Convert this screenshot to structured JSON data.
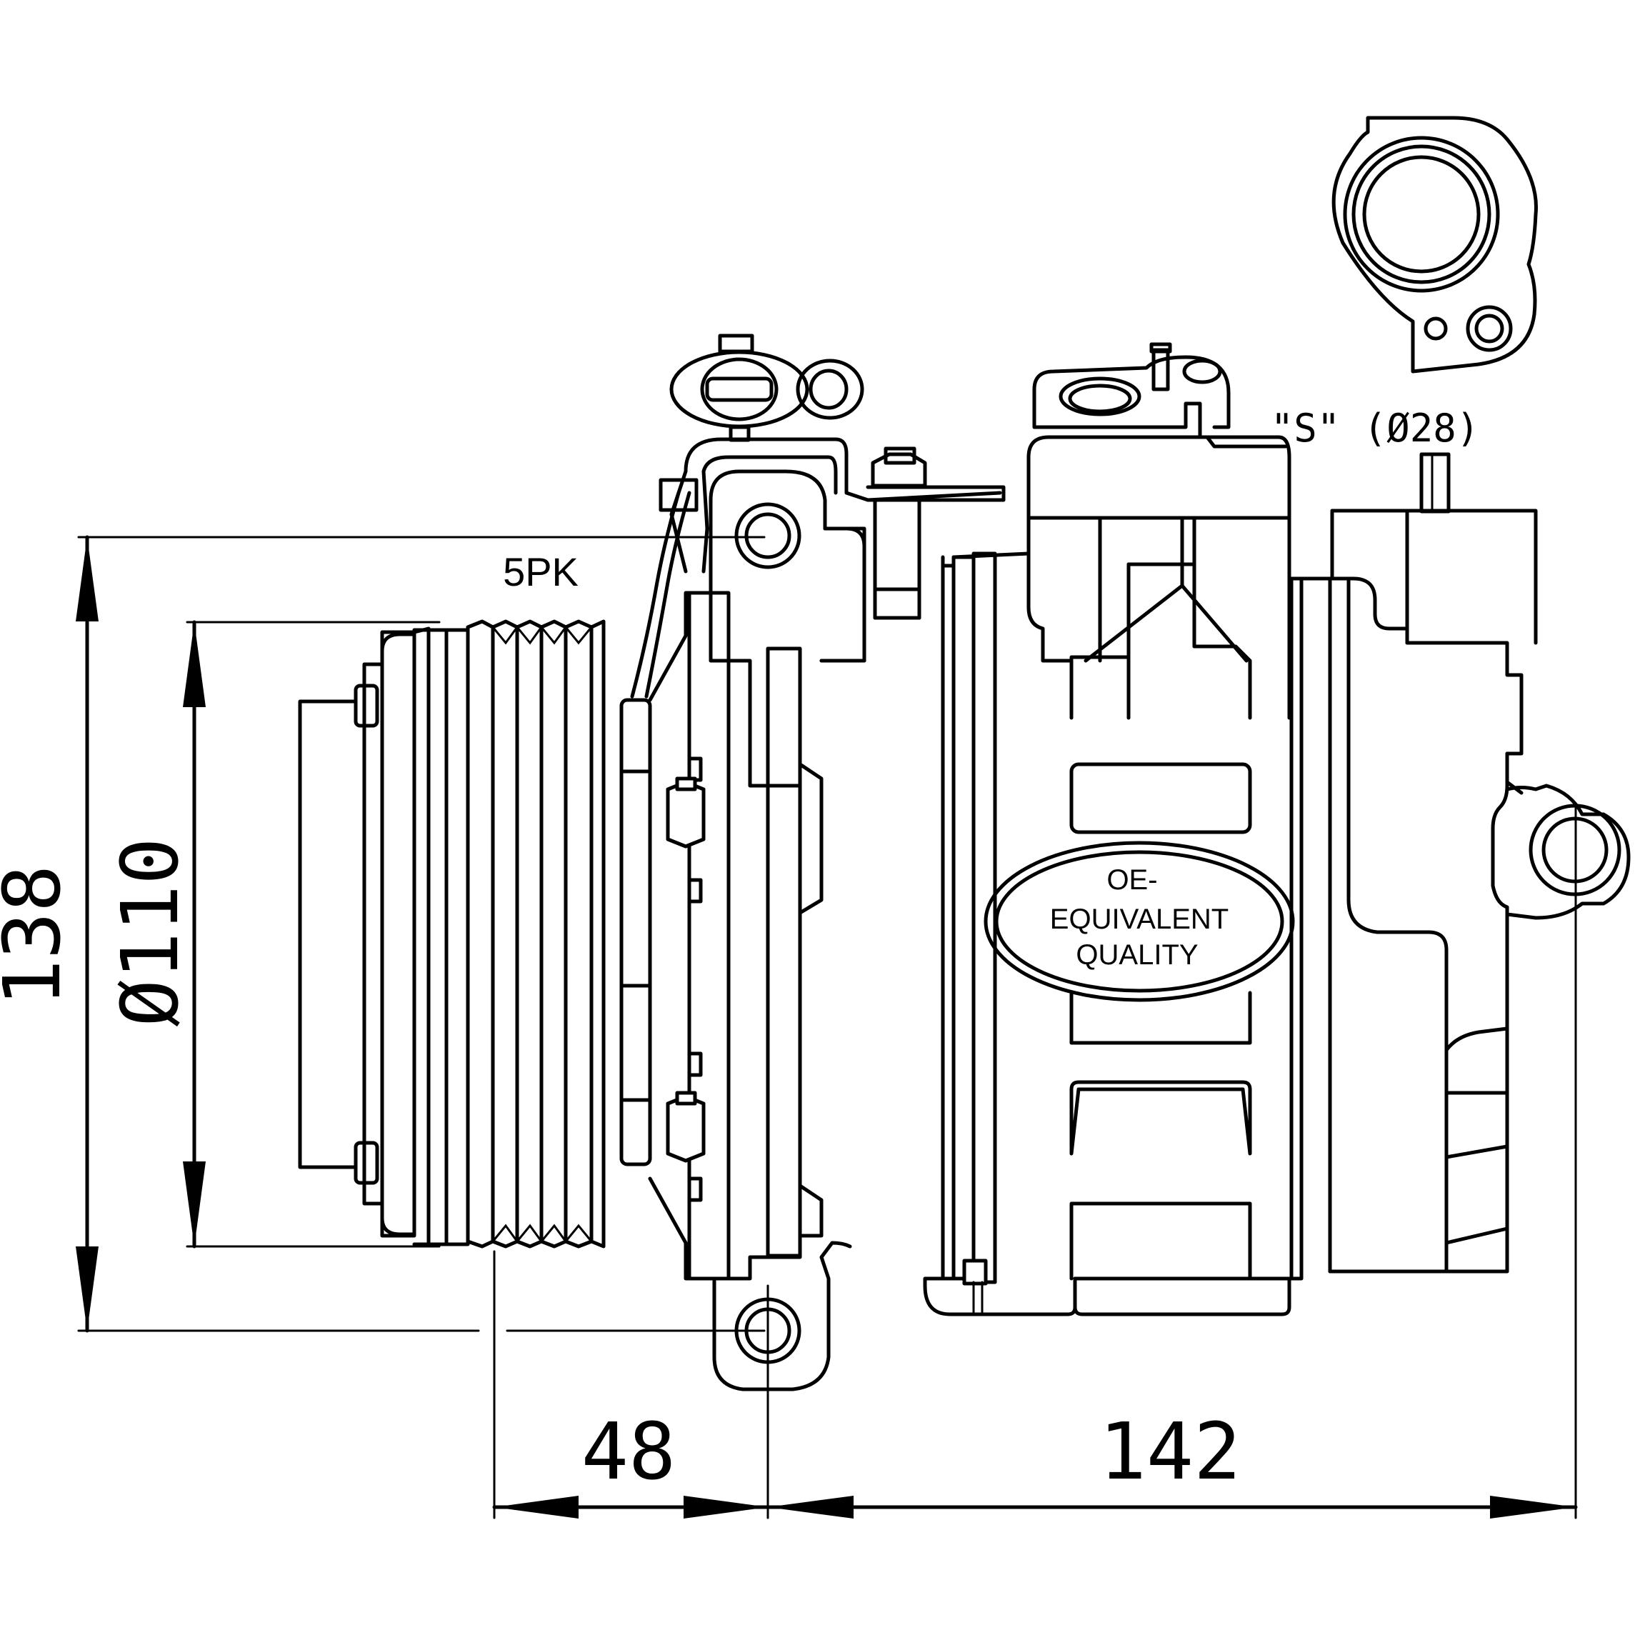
{
  "labels": {
    "belt": "5PK",
    "port": "\"S\" (Ø28)",
    "badge_line1": "OE-",
    "badge_line2": "EQUIVALENT",
    "badge_line3": "QUALITY"
  },
  "dimensions": {
    "height": "138",
    "pulley_diameter": "Ø110",
    "offset": "48",
    "length": "142"
  },
  "colors": {
    "line": "#000000",
    "background": "#ffffff"
  }
}
